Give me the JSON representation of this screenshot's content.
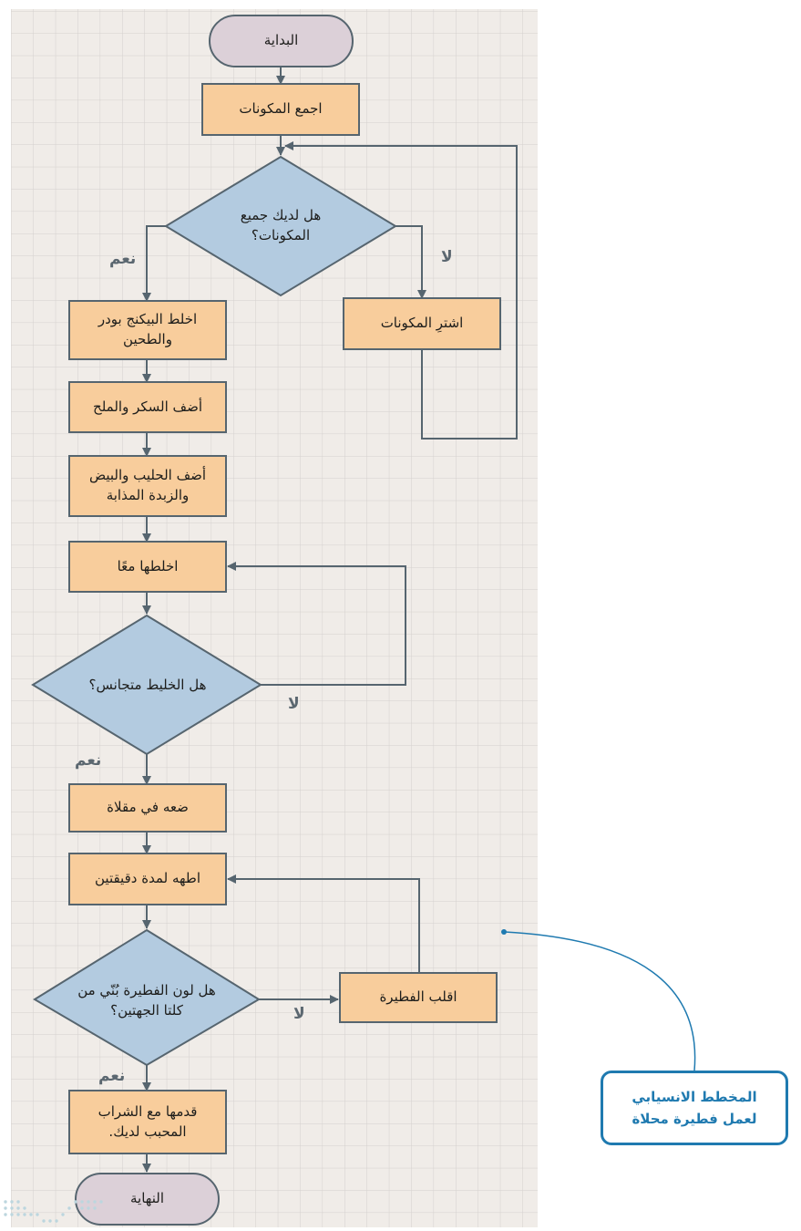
{
  "flowchart": {
    "start": "البداية",
    "gather": "اجمع المكونات",
    "decision_ingredients": "هل لديك جميع\nالمكونات؟",
    "buy": "اشترِ المكونات",
    "mix_baking": "اخلط البيكنج بودر\nوالطحين",
    "add_sugar": "أضف السكر والملح",
    "add_milk": "أضف الحليب والبيض\nوالزبدة المذابة",
    "mix_together": "اخلطها معًا",
    "decision_homogeneous": "هل الخليط متجانس؟",
    "put_pan": "ضعه في مقلاة",
    "cook": "اطهه لمدة دقيقتين",
    "decision_brown": "هل لون الفطيرة بُنّي من\nكلتا الجهتين؟",
    "flip": "اقلب الفطيرة",
    "serve": "قدمها مع الشراب\nالمحبب لديك.",
    "end": "النهاية"
  },
  "edge_labels": {
    "yes_1": "نعم",
    "no_1": "لا",
    "no_2": "لا",
    "yes_2": "نعم",
    "no_3": "لا",
    "yes_3": "نعم"
  },
  "callout": {
    "text": "المخطط الانسيابي\nلعمل فطيرة محلاة"
  },
  "colors": {
    "terminal": "#dcd0d8",
    "process": "#f8cd9c",
    "decision": "#b3cbe0",
    "line": "#56656f",
    "grid_bg": "#f0ece8",
    "grid_line": "#d4d0ce",
    "callout": "#1f7ab0"
  }
}
